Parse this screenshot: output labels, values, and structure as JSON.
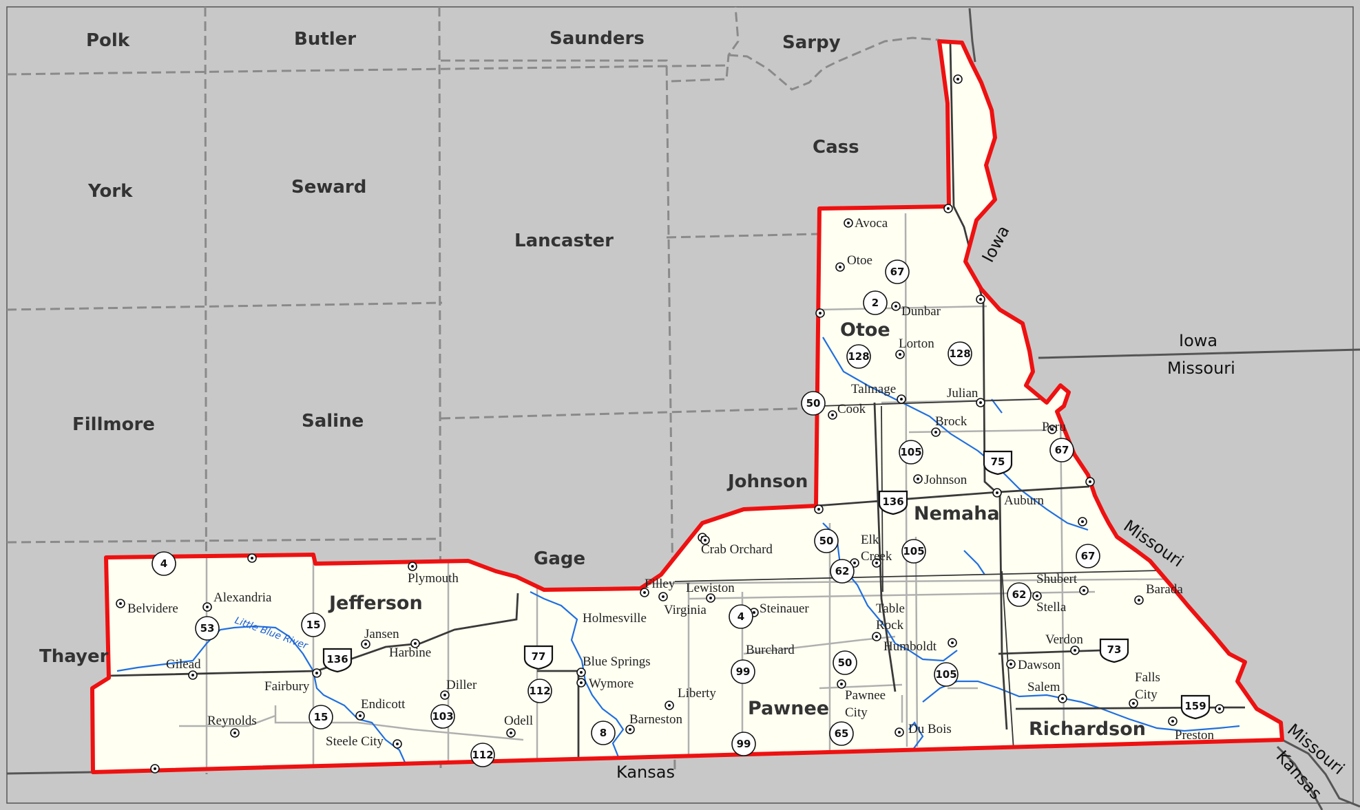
{
  "colors": {
    "outside_fill": "#c8c8c8",
    "region_fill": "#fffff2",
    "region_border": "#ee1111",
    "county_line": "#8a8a8a",
    "state_line": "#555555",
    "river": "#1f6fe0",
    "major_road": "#3a3a3a",
    "minor_road": "#b0b0b0"
  },
  "outside_counties": [
    {
      "name": "Polk"
    },
    {
      "name": "Butler"
    },
    {
      "name": "Saunders"
    },
    {
      "name": "Sarpy"
    },
    {
      "name": "Cass"
    },
    {
      "name": "York"
    },
    {
      "name": "Seward"
    },
    {
      "name": "Lancaster"
    },
    {
      "name": "Fillmore"
    },
    {
      "name": "Saline"
    },
    {
      "name": "Johnson"
    },
    {
      "name": "Gage"
    },
    {
      "name": "Thayer"
    }
  ],
  "region_counties": [
    {
      "name": "Otoe"
    },
    {
      "name": "Nemaha"
    },
    {
      "name": "Jefferson"
    },
    {
      "name": "Pawnee"
    },
    {
      "name": "Richardson"
    }
  ],
  "state_labels": [
    {
      "name": "Iowa"
    },
    {
      "name": "Iowa"
    },
    {
      "name": "Missouri"
    },
    {
      "name": "Missouri"
    },
    {
      "name": "Kansas"
    },
    {
      "name": "Missouri"
    },
    {
      "name": "Kansas"
    }
  ],
  "river_labels": [
    {
      "name": "Little Blue River"
    }
  ],
  "towns": [
    {
      "name": "Avoca"
    },
    {
      "name": "Otoe"
    },
    {
      "name": "Dunbar"
    },
    {
      "name": "Lorton"
    },
    {
      "name": "Talmage"
    },
    {
      "name": "Julian"
    },
    {
      "name": "Cook"
    },
    {
      "name": "Brock"
    },
    {
      "name": "Peru"
    },
    {
      "name": "Johnson"
    },
    {
      "name": "Auburn"
    },
    {
      "name": "Crab Orchard"
    },
    {
      "name": "Elk"
    },
    {
      "name": "Creek"
    },
    {
      "name": "Filley"
    },
    {
      "name": "Lewiston"
    },
    {
      "name": "Virginia"
    },
    {
      "name": "Steinauer"
    },
    {
      "name": "Table"
    },
    {
      "name": "Rock"
    },
    {
      "name": "Shubert"
    },
    {
      "name": "Stella"
    },
    {
      "name": "Barada"
    },
    {
      "name": "Humboldt"
    },
    {
      "name": "Verdon"
    },
    {
      "name": "Dawson"
    },
    {
      "name": "Burchard"
    },
    {
      "name": "Falls"
    },
    {
      "name": "City"
    },
    {
      "name": "Salem"
    },
    {
      "name": "Pawnee"
    },
    {
      "name": "City"
    },
    {
      "name": "Preston"
    },
    {
      "name": "Du Bois"
    },
    {
      "name": "Holmesville"
    },
    {
      "name": "Blue Springs"
    },
    {
      "name": "Wymore"
    },
    {
      "name": "Liberty"
    },
    {
      "name": "Barneston"
    },
    {
      "name": "Odell"
    },
    {
      "name": "Plymouth"
    },
    {
      "name": "Belvidere"
    },
    {
      "name": "Alexandria"
    },
    {
      "name": "Jansen"
    },
    {
      "name": "Harbine"
    },
    {
      "name": "Gilead"
    },
    {
      "name": "Fairbury"
    },
    {
      "name": "Diller"
    },
    {
      "name": "Endicott"
    },
    {
      "name": "Reynolds"
    },
    {
      "name": "Steele City"
    }
  ],
  "routes": [
    {
      "number": "67"
    },
    {
      "number": "2"
    },
    {
      "number": "128"
    },
    {
      "number": "128"
    },
    {
      "number": "50"
    },
    {
      "number": "105"
    },
    {
      "number": "75"
    },
    {
      "number": "67"
    },
    {
      "number": "136"
    },
    {
      "number": "50"
    },
    {
      "number": "62"
    },
    {
      "number": "105"
    },
    {
      "number": "67"
    },
    {
      "number": "62"
    },
    {
      "number": "4"
    },
    {
      "number": "99"
    },
    {
      "number": "50"
    },
    {
      "number": "105"
    },
    {
      "number": "73"
    },
    {
      "number": "159"
    },
    {
      "number": "99"
    },
    {
      "number": "65"
    },
    {
      "number": "77"
    },
    {
      "number": "112"
    },
    {
      "number": "8"
    },
    {
      "number": "112"
    },
    {
      "number": "103"
    },
    {
      "number": "4"
    },
    {
      "number": "53"
    },
    {
      "number": "15"
    },
    {
      "number": "136"
    },
    {
      "number": "15"
    }
  ]
}
